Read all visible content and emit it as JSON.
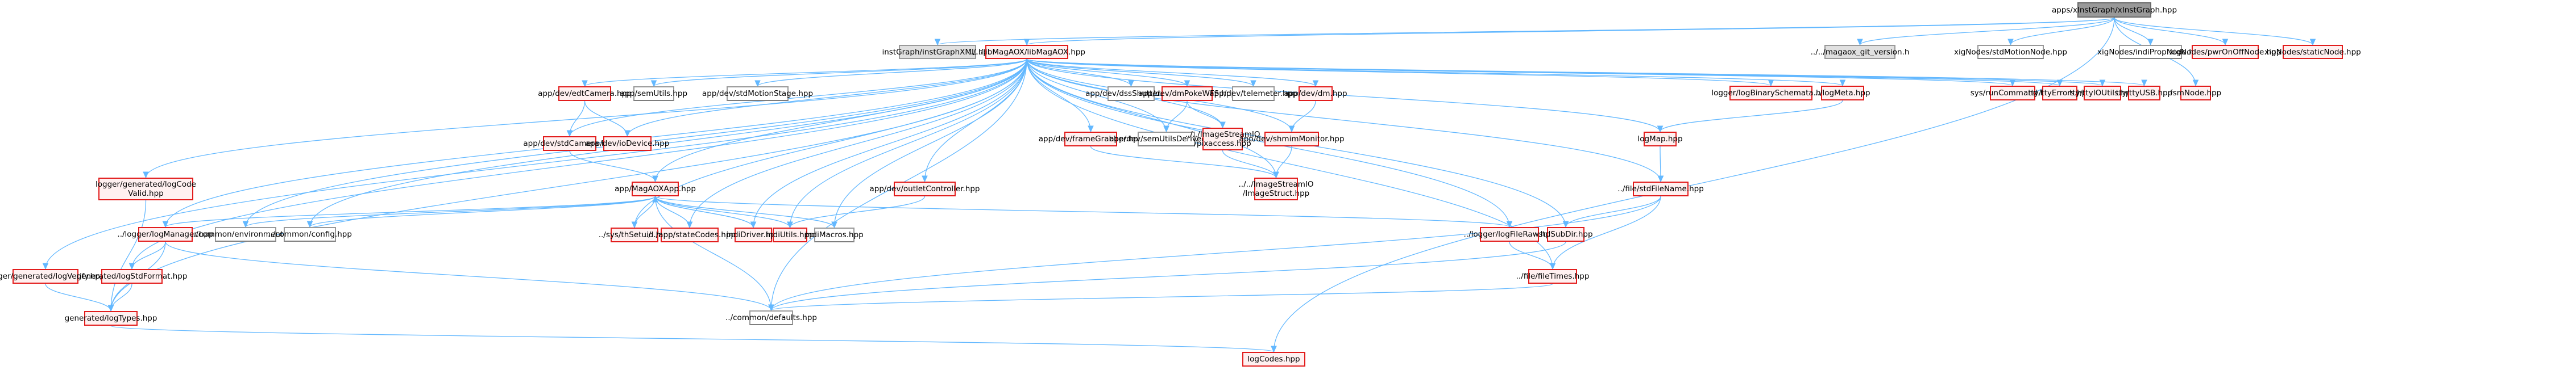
{
  "diagram": {
    "type": "include-dependency-graph",
    "colors": {
      "edge": "#63b8ff",
      "red_border": "#e21d1d",
      "red_fill": "#fff0f0",
      "root_fill": "#999999",
      "gray_fill": "#e0e0e0"
    },
    "nodes": [
      {
        "id": "xInstGraph",
        "label": "apps/xInstGraph/xInstGraph.hpp",
        "style": "root"
      },
      {
        "id": "instGraphXML",
        "label": "instGraph/instGraphXML.hpp",
        "style": "gray"
      },
      {
        "id": "libMagAOX",
        "label": "../../libMagAOX/libMagAOX.hpp",
        "style": "red"
      },
      {
        "id": "gitVersion",
        "label": "../../magaox_git_version.h",
        "style": "gray"
      },
      {
        "id": "stdMotionNode",
        "label": "xigNodes/stdMotionNode.hpp",
        "style": "white"
      },
      {
        "id": "indiPropNode",
        "label": "xigNodes/indiPropNode.hpp",
        "style": "white"
      },
      {
        "id": "pwrOnOffNode",
        "label": "xigNodes/pwrOnOffNode.hpp",
        "style": "red"
      },
      {
        "id": "staticNode",
        "label": "xigNodes/staticNode.hpp",
        "style": "red"
      },
      {
        "id": "edtCamera",
        "label": "app/dev/edtCamera.hpp",
        "style": "red"
      },
      {
        "id": "semUtils",
        "label": "app/semUtils.hpp",
        "style": "white"
      },
      {
        "id": "stdMotionStage",
        "label": "app/dev/stdMotionStage.hpp",
        "style": "white"
      },
      {
        "id": "dssShutter",
        "label": "app/dev/dssShutter.hpp",
        "style": "white"
      },
      {
        "id": "dmPokeWFS",
        "label": "app/dev/dmPokeWFS.hpp",
        "style": "red"
      },
      {
        "id": "telemeter",
        "label": "app/dev/telemeter.hpp",
        "style": "white"
      },
      {
        "id": "dm",
        "label": "app/dev/dm.hpp",
        "style": "red"
      },
      {
        "id": "logBinarySchemata",
        "label": "logger/logBinarySchemata.hpp",
        "style": "red"
      },
      {
        "id": "logMeta",
        "label": "../logMeta.hpp",
        "style": "red"
      },
      {
        "id": "runCommand",
        "label": "sys/runCommand.hpp",
        "style": "red"
      },
      {
        "id": "ttyErrors",
        "label": "tty/ttyErrors.hpp",
        "style": "red"
      },
      {
        "id": "ttyIOUtils",
        "label": "tty/ttyIOUtils.hpp",
        "style": "red"
      },
      {
        "id": "ttyUSB",
        "label": "tty/ttyUSB.hpp",
        "style": "red"
      },
      {
        "id": "fsmNode",
        "label": "fsmNode.hpp",
        "style": "red"
      },
      {
        "id": "stdCamera",
        "label": "app/dev/stdCamera.hpp",
        "style": "red"
      },
      {
        "id": "ioDevice",
        "label": "app/dev/ioDevice.hpp",
        "style": "red"
      },
      {
        "id": "frameGrabber",
        "label": "app/dev/frameGrabber.hpp",
        "style": "red"
      },
      {
        "id": "semUtilsDerived",
        "label": "app/dev/semUtilsDerived.hpp",
        "style": "white"
      },
      {
        "id": "pixaccess",
        "label": "../../ImageStreamIO\n/pixaccess.hpp",
        "style": "red"
      },
      {
        "id": "shmimMonitor",
        "label": "app/dev/shmimMonitor.hpp",
        "style": "red"
      },
      {
        "id": "logMap",
        "label": "logMap.hpp",
        "style": "red"
      },
      {
        "id": "logCodeValid",
        "label": "logger/generated/logCode\nValid.hpp",
        "style": "red"
      },
      {
        "id": "outletController",
        "label": "app/dev/outletController.hpp",
        "style": "red"
      },
      {
        "id": "ImageStruct",
        "label": "../../ImageStreamIO\n/ImageStruct.hpp",
        "style": "red"
      },
      {
        "id": "MagAOXApp",
        "label": "app/MagAOXApp.hpp",
        "style": "red"
      },
      {
        "id": "stdFileName",
        "label": "../file/stdFileName.hpp",
        "style": "red"
      },
      {
        "id": "logManager",
        "label": "../logger/logManager.hpp",
        "style": "red"
      },
      {
        "id": "environment",
        "label": "../common/environment.hpp",
        "style": "white"
      },
      {
        "id": "config",
        "label": "../common/config.hpp",
        "style": "white"
      },
      {
        "id": "thSetuid",
        "label": "../sys/thSetuid.hpp",
        "style": "red"
      },
      {
        "id": "stateCodes",
        "label": "../../app/stateCodes.hpp",
        "style": "red"
      },
      {
        "id": "indiDriver",
        "label": "indiDriver.hpp",
        "style": "red"
      },
      {
        "id": "indiUtils",
        "label": "indiUtils.hpp",
        "style": "red"
      },
      {
        "id": "indiMacros",
        "label": "indiMacros.hpp",
        "style": "white"
      },
      {
        "id": "logFileRaw",
        "label": "../logger/logFileRaw.hpp",
        "style": "red"
      },
      {
        "id": "stdSubDir",
        "label": "stdSubDir.hpp",
        "style": "red"
      },
      {
        "id": "logVerify",
        "label": "logger/generated/logVerify.hpp",
        "style": "red"
      },
      {
        "id": "logStdFormat",
        "label": "generated/logStdFormat.hpp",
        "style": "red"
      },
      {
        "id": "fileTimes",
        "label": "../file/fileTimes.hpp",
        "style": "red"
      },
      {
        "id": "defaults",
        "label": "../common/defaults.hpp",
        "style": "white"
      },
      {
        "id": "logTypes",
        "label": "generated/logTypes.hpp",
        "style": "red"
      },
      {
        "id": "logCodes",
        "label": "logCodes.hpp",
        "style": "red"
      }
    ],
    "edges": [
      [
        "xInstGraph",
        "instGraphXML"
      ],
      [
        "xInstGraph",
        "libMagAOX"
      ],
      [
        "xInstGraph",
        "gitVersion"
      ],
      [
        "xInstGraph",
        "stdMotionNode"
      ],
      [
        "xInstGraph",
        "indiPropNode"
      ],
      [
        "xInstGraph",
        "pwrOnOffNode"
      ],
      [
        "xInstGraph",
        "staticNode"
      ],
      [
        "xInstGraph",
        "fsmNode"
      ],
      [
        "xInstGraph",
        "logCodes"
      ],
      [
        "libMagAOX",
        "edtCamera"
      ],
      [
        "libMagAOX",
        "semUtils"
      ],
      [
        "libMagAOX",
        "stdMotionStage"
      ],
      [
        "libMagAOX",
        "dssShutter"
      ],
      [
        "libMagAOX",
        "dmPokeWFS"
      ],
      [
        "libMagAOX",
        "telemeter"
      ],
      [
        "libMagAOX",
        "dm"
      ],
      [
        "libMagAOX",
        "logBinarySchemata"
      ],
      [
        "libMagAOX",
        "logMeta"
      ],
      [
        "libMagAOX",
        "runCommand"
      ],
      [
        "libMagAOX",
        "ttyErrors"
      ],
      [
        "libMagAOX",
        "ttyIOUtils"
      ],
      [
        "libMagAOX",
        "ttyUSB"
      ],
      [
        "libMagAOX",
        "stdCamera"
      ],
      [
        "libMagAOX",
        "ioDevice"
      ],
      [
        "libMagAOX",
        "frameGrabber"
      ],
      [
        "libMagAOX",
        "semUtilsDerived"
      ],
      [
        "libMagAOX",
        "pixaccess"
      ],
      [
        "libMagAOX",
        "shmimMonitor"
      ],
      [
        "libMagAOX",
        "logMap"
      ],
      [
        "libMagAOX",
        "logCodeValid"
      ],
      [
        "libMagAOX",
        "outletController"
      ],
      [
        "libMagAOX",
        "ImageStruct"
      ],
      [
        "libMagAOX",
        "MagAOXApp"
      ],
      [
        "libMagAOX",
        "stdFileName"
      ],
      [
        "libMagAOX",
        "logManager"
      ],
      [
        "libMagAOX",
        "environment"
      ],
      [
        "libMagAOX",
        "config"
      ],
      [
        "libMagAOX",
        "thSetuid"
      ],
      [
        "libMagAOX",
        "stateCodes"
      ],
      [
        "libMagAOX",
        "indiDriver"
      ],
      [
        "libMagAOX",
        "indiUtils"
      ],
      [
        "libMagAOX",
        "indiMacros"
      ],
      [
        "libMagAOX",
        "logFileRaw"
      ],
      [
        "libMagAOX",
        "stdSubDir"
      ],
      [
        "libMagAOX",
        "logVerify"
      ],
      [
        "libMagAOX",
        "logStdFormat"
      ],
      [
        "libMagAOX",
        "fileTimes"
      ],
      [
        "libMagAOX",
        "defaults"
      ],
      [
        "libMagAOX",
        "logTypes"
      ],
      [
        "edtCamera",
        "stdCamera"
      ],
      [
        "edtCamera",
        "ioDevice"
      ],
      [
        "stdCamera",
        "MagAOXApp"
      ],
      [
        "dmPokeWFS",
        "semUtilsDerived"
      ],
      [
        "dmPokeWFS",
        "pixaccess"
      ],
      [
        "dm",
        "shmimMonitor"
      ],
      [
        "shmimMonitor",
        "ImageStruct"
      ],
      [
        "pixaccess",
        "ImageStruct"
      ],
      [
        "frameGrabber",
        "ImageStruct"
      ],
      [
        "logMeta",
        "logMap"
      ],
      [
        "logMap",
        "stdFileName"
      ],
      [
        "outletController",
        "indiUtils"
      ],
      [
        "MagAOXApp",
        "logManager"
      ],
      [
        "MagAOXApp",
        "environment"
      ],
      [
        "MagAOXApp",
        "config"
      ],
      [
        "MagAOXApp",
        "thSetuid"
      ],
      [
        "MagAOXApp",
        "stateCodes"
      ],
      [
        "MagAOXApp",
        "indiDriver"
      ],
      [
        "MagAOXApp",
        "indiUtils"
      ],
      [
        "MagAOXApp",
        "indiMacros"
      ],
      [
        "MagAOXApp",
        "logFileRaw"
      ],
      [
        "MagAOXApp",
        "defaults"
      ],
      [
        "indiDriver",
        "MagAOXApp"
      ],
      [
        "stdFileName",
        "stdSubDir"
      ],
      [
        "stdFileName",
        "fileTimes"
      ],
      [
        "stdFileName",
        "defaults"
      ],
      [
        "logManager",
        "logStdFormat"
      ],
      [
        "logManager",
        "logTypes"
      ],
      [
        "logManager",
        "defaults"
      ],
      [
        "logCodeValid",
        "logTypes"
      ],
      [
        "logVerify",
        "logTypes"
      ],
      [
        "logStdFormat",
        "logTypes"
      ],
      [
        "logFileRaw",
        "fileTimes"
      ],
      [
        "stdSubDir",
        "defaults"
      ],
      [
        "fileTimes",
        "defaults"
      ],
      [
        "logTypes",
        "logCodes"
      ]
    ]
  }
}
